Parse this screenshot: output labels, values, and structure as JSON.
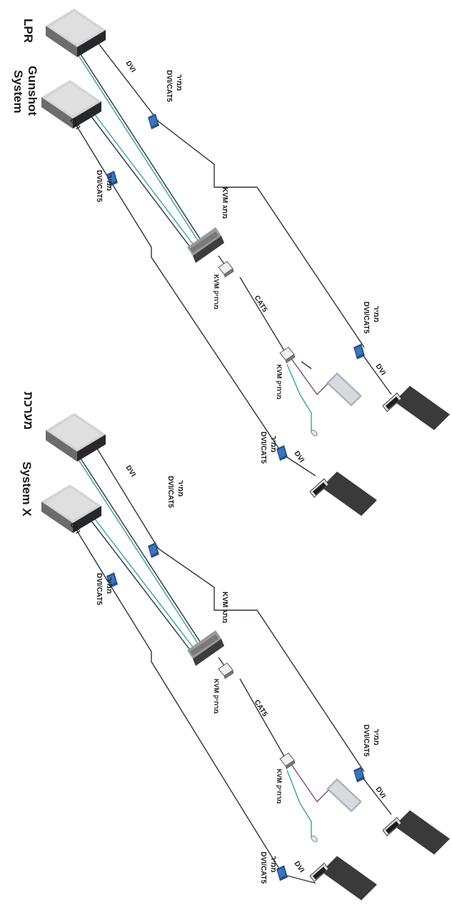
{
  "systems": {
    "top_a": "LPR",
    "top_b": "Gunshot",
    "top_b2": "System",
    "bottom_a": "מערכת",
    "bottom_b": "System X"
  },
  "labels": {
    "dvi": "DVI",
    "cat5": "CAT5",
    "converter_title": "ממיר",
    "converter_sub": "DVI/CAT5",
    "kvm_switch": "KVM מתג",
    "kvm_extender": "KVM מרחיק"
  },
  "colors": {
    "cable_dark": "#2c3342",
    "cable_teal": "#3fa596",
    "cable_purple": "#7d4c8c",
    "cable_green": "#3ca884",
    "converter_blue": "#24528c",
    "server_top": "#d4d4d4",
    "server_side": "#26282c",
    "monitor_frame": "#3a3a3a"
  }
}
